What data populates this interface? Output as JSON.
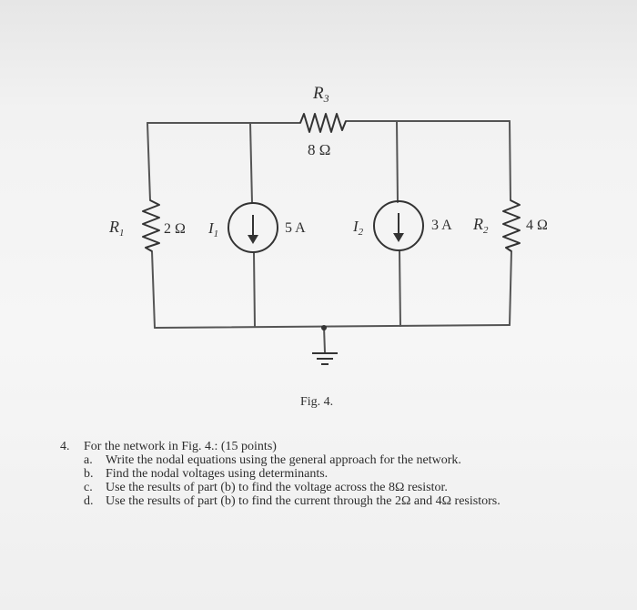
{
  "figure": {
    "r3_label": "R",
    "r3_sub": "3",
    "r3_value": "8 Ω",
    "r1_label": "R",
    "r1_sub": "1",
    "r1_value": "2 Ω",
    "i1_label": "I",
    "i1_sub": "1",
    "source1_value": "5 A",
    "i2_label": "I",
    "i2_sub": "2",
    "source2_value": "3 A",
    "r2_label": "R",
    "r2_sub": "2",
    "r2_value": "4 Ω",
    "caption": "Fig. 4."
  },
  "problem": {
    "number": "4.",
    "intro": "For the network in Fig. 4.: (15 points)",
    "parts": [
      {
        "letter": "a.",
        "text": "Write the nodal equations using the general approach for the network."
      },
      {
        "letter": "b.",
        "text": "Find the nodal voltages using determinants."
      },
      {
        "letter": "c.",
        "text": "Use the results of part (b) to find the voltage across the 8Ω resistor."
      },
      {
        "letter": "d.",
        "text": "Use the results of part (b) to find the current through the 2Ω and 4Ω resistors."
      }
    ]
  }
}
